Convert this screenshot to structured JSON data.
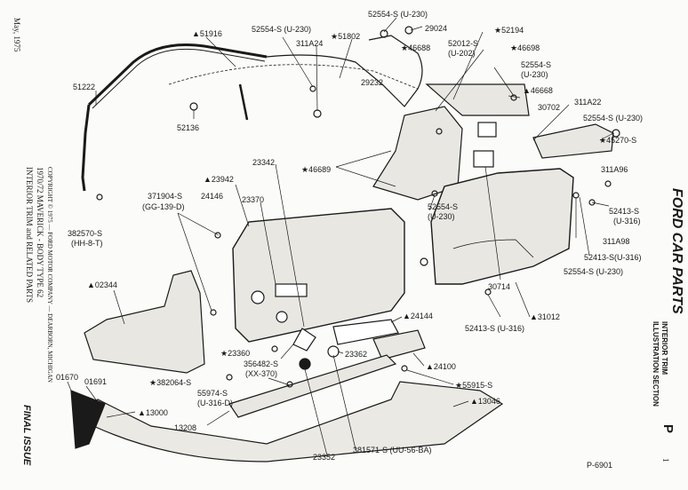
{
  "labels": [
    {
      "id": "51916",
      "text": "▲51916"
    },
    {
      "id": "52554s-u230-a",
      "text": "52554-S (U-230)"
    },
    {
      "id": "51802",
      "text": "★51802"
    },
    {
      "id": "52554s-u230-top",
      "text": "52554-S (U-230)"
    },
    {
      "id": "29024",
      "text": "29024"
    },
    {
      "id": "52194",
      "text": "★52194"
    },
    {
      "id": "311a24",
      "text": "311A24"
    },
    {
      "id": "46688",
      "text": "★46688"
    },
    {
      "id": "52012s",
      "text": "52012-S"
    },
    {
      "id": "u202",
      "text": "(U-202)"
    },
    {
      "id": "46698",
      "text": "★46698"
    },
    {
      "id": "51222",
      "text": "51222"
    },
    {
      "id": "29232",
      "text": "29232"
    },
    {
      "id": "52554s-r1",
      "text": "52554-S"
    },
    {
      "id": "u230-r1",
      "text": "(U-230)"
    },
    {
      "id": "46668",
      "text": "▲46668"
    },
    {
      "id": "52136",
      "text": "52136"
    },
    {
      "id": "311a22",
      "text": "311A22"
    },
    {
      "id": "30702",
      "text": "30702"
    },
    {
      "id": "52554s-u230-r2",
      "text": "52554-S (U-230)"
    },
    {
      "id": "23342",
      "text": "23342"
    },
    {
      "id": "45270s",
      "text": "★45270-S"
    },
    {
      "id": "46689",
      "text": "★46689"
    },
    {
      "id": "23942",
      "text": "▲23942"
    },
    {
      "id": "311a96",
      "text": "311A96"
    },
    {
      "id": "371904s",
      "text": "371904-S"
    },
    {
      "id": "gg139d",
      "text": "(GG-139-D)"
    },
    {
      "id": "24146",
      "text": "24146"
    },
    {
      "id": "23370",
      "text": "23370"
    },
    {
      "id": "52554s-mid",
      "text": "52554-S"
    },
    {
      "id": "u230-mid",
      "text": "(U-230)"
    },
    {
      "id": "52413s-r",
      "text": "52413-S"
    },
    {
      "id": "u316-r",
      "text": "(U-316)"
    },
    {
      "id": "382570s",
      "text": "382570-S"
    },
    {
      "id": "hh8t",
      "text": "(HH-8-T)"
    },
    {
      "id": "311a98",
      "text": "311A98"
    },
    {
      "id": "52413s-u316",
      "text": "52413-S(U-316)"
    },
    {
      "id": "52554s-u230-b",
      "text": "52554-S (U-230)"
    },
    {
      "id": "30714",
      "text": "30714"
    },
    {
      "id": "02344",
      "text": "▲02344"
    },
    {
      "id": "24144",
      "text": "▲24144"
    },
    {
      "id": "52413s-u316-b",
      "text": "52413-S (U-316)"
    },
    {
      "id": "31012",
      "text": "▲31012"
    },
    {
      "id": "23360",
      "text": "★23360"
    },
    {
      "id": "23362",
      "text": "23362"
    },
    {
      "id": "356482s",
      "text": "356482-S"
    },
    {
      "id": "xx370",
      "text": "(XX-370)"
    },
    {
      "id": "382064s",
      "text": "★382064-S"
    },
    {
      "id": "24100",
      "text": "▲24100"
    },
    {
      "id": "55974s",
      "text": "55974-S"
    },
    {
      "id": "u316d",
      "text": "(U-316-D)"
    },
    {
      "id": "01670",
      "text": "01670"
    },
    {
      "id": "01691",
      "text": "01691"
    },
    {
      "id": "55915s",
      "text": "★55915-S"
    },
    {
      "id": "13046",
      "text": "▲13046"
    },
    {
      "id": "13000",
      "text": "▲13000"
    },
    {
      "id": "13208",
      "text": "13208"
    },
    {
      "id": "23352",
      "text": "23352"
    },
    {
      "id": "381571s",
      "text": "381571-S (UU-56-BA)"
    },
    {
      "id": "p6901",
      "text": "P-6901"
    }
  ],
  "margin": {
    "date": "May, 1975",
    "caption_title": "INTERIOR TRIM and RELATED PARTS",
    "caption_model": "1970/72 MAVERICK - BODY TYPE 62",
    "copyright": "COPYRIGHT © 1975 — FORD MOTOR COMPANY — DEARBORN, MICHIGAN",
    "final_issue": "FINAL ISSUE"
  },
  "right_margin": {
    "brand": "FORD CAR PARTS",
    "section_line1": "INTERIOR TRIM",
    "section_line2": "ILLUSTRATION SECTION",
    "section_letter": "P",
    "page_number": "1"
  },
  "colors": {
    "ink": "#1a1a1a",
    "paper": "#fbfbf9",
    "panel_fill": "#e9e7e2"
  }
}
